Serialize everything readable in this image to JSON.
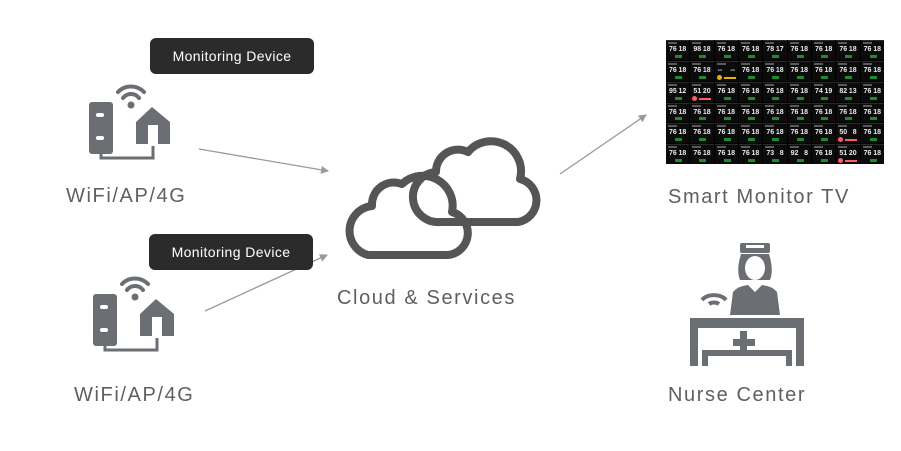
{
  "nodes": {
    "device_top": {
      "tag": "Monitoring Device",
      "label": "WiFi/AP/4G"
    },
    "device_bottom": {
      "tag": "Monitoring Device",
      "label": "WiFi/AP/4G"
    },
    "cloud": {
      "label": "Cloud & Services"
    },
    "tv": {
      "label": "Smart Monitor TV"
    },
    "nurse": {
      "label": "Nurse Center"
    }
  },
  "icons": {
    "device": "wifi-router-house-icon",
    "cloud": "cloud-icon",
    "tv": "monitor-grid-screen",
    "nurse": "nurse-station-icon"
  },
  "colors": {
    "icon": "#6b6e72",
    "cloud_stroke": "#555555",
    "arrow": "#9a9a9a",
    "tag_bg": "#2b2b2b",
    "ok": "#1f8a2c",
    "warn": "#e6b400",
    "alarm": "#ff5a6a"
  },
  "tv_grid": [
    [
      {
        "a": "76",
        "b": "18"
      },
      {
        "a": "98",
        "b": "18"
      },
      {
        "a": "76",
        "b": "18"
      },
      {
        "a": "76",
        "b": "18"
      },
      {
        "a": "78",
        "b": "17"
      },
      {
        "a": "76",
        "b": "18"
      },
      {
        "a": "76",
        "b": "18"
      },
      {
        "a": "76",
        "b": "18"
      },
      {
        "a": "76",
        "b": "18"
      }
    ],
    [
      {
        "a": "76",
        "b": "18"
      },
      {
        "a": "76",
        "b": "18"
      },
      {
        "a": "--",
        "b": "--",
        "s": "warn"
      },
      {
        "a": "76",
        "b": "18"
      },
      {
        "a": "76",
        "b": "18"
      },
      {
        "a": "76",
        "b": "18"
      },
      {
        "a": "76",
        "b": "18"
      },
      {
        "a": "76",
        "b": "18"
      },
      {
        "a": "76",
        "b": "18"
      }
    ],
    [
      {
        "a": "95",
        "b": "12"
      },
      {
        "a": "51",
        "b": "20",
        "s": "alarm"
      },
      {
        "a": "76",
        "b": "18"
      },
      {
        "a": "76",
        "b": "18"
      },
      {
        "a": "76",
        "b": "18"
      },
      {
        "a": "76",
        "b": "18"
      },
      {
        "a": "74",
        "b": "19"
      },
      {
        "a": "82",
        "b": "13"
      },
      {
        "a": "76",
        "b": "18"
      }
    ],
    [
      {
        "a": "76",
        "b": "18"
      },
      {
        "a": "76",
        "b": "18"
      },
      {
        "a": "76",
        "b": "18"
      },
      {
        "a": "76",
        "b": "18"
      },
      {
        "a": "76",
        "b": "18"
      },
      {
        "a": "76",
        "b": "18"
      },
      {
        "a": "76",
        "b": "18"
      },
      {
        "a": "76",
        "b": "18"
      },
      {
        "a": "76",
        "b": "18"
      }
    ],
    [
      {
        "a": "76",
        "b": "18"
      },
      {
        "a": "76",
        "b": "18"
      },
      {
        "a": "76",
        "b": "18"
      },
      {
        "a": "76",
        "b": "18"
      },
      {
        "a": "76",
        "b": "18"
      },
      {
        "a": "76",
        "b": "18"
      },
      {
        "a": "76",
        "b": "18"
      },
      {
        "a": "50",
        "b": "8",
        "s": "alarm"
      },
      {
        "a": "76",
        "b": "18"
      }
    ],
    [
      {
        "a": "76",
        "b": "18"
      },
      {
        "a": "76",
        "b": "18"
      },
      {
        "a": "76",
        "b": "18"
      },
      {
        "a": "76",
        "b": "18"
      },
      {
        "a": "73",
        "b": "8"
      },
      {
        "a": "92",
        "b": "8"
      },
      {
        "a": "76",
        "b": "18"
      },
      {
        "a": "51",
        "b": "20",
        "s": "alarm"
      },
      {
        "a": "76",
        "b": "18"
      }
    ]
  ]
}
